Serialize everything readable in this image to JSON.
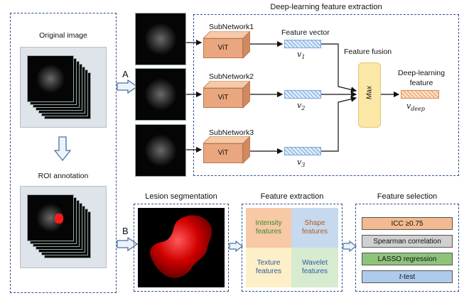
{
  "title": "Deep-learning feature extraction",
  "original_image_label": "Original image",
  "roi_label": "ROI annotation",
  "branch_a": "A",
  "branch_b": "B",
  "subnetworks": [
    {
      "name": "SubNetwork1",
      "model": "ViT",
      "vector": "v1",
      "sub": "1"
    },
    {
      "name": "SubNetwork2",
      "model": "ViT",
      "vector": "v2",
      "sub": "2"
    },
    {
      "name": "SubNetwork3",
      "model": "ViT",
      "vector": "v3",
      "sub": "3"
    }
  ],
  "feature_vector_label": "Feature vector",
  "feature_fusion_label": "Feature fusion",
  "fusion_op": "Max",
  "deep_feature_label_1": "Deep-learning",
  "deep_feature_label_2": "feature",
  "deep_vector": "v",
  "deep_vector_sub": "deep",
  "lesion_label": "Lesion segmentation",
  "feature_extraction_label": "Feature extraction",
  "feature_cells": [
    {
      "text": "Intensity features",
      "color": "#f7c9a6",
      "text_color": "#3a8a2a"
    },
    {
      "text": "Shape features",
      "color": "#c6d9ef",
      "text_color": "#b15a1f"
    },
    {
      "text": "Texture features",
      "color": "#fdefc7",
      "text_color": "#2f5d9c"
    },
    {
      "text": "Wavelet features",
      "color": "#d6ebd0",
      "text_color": "#2f5d9c"
    }
  ],
  "feature_selection_label": "Feature selection",
  "selection_steps": [
    {
      "text": "ICC ≥0.75",
      "color": "#f4b990"
    },
    {
      "text": "Spearman correlation",
      "color": "#d0d0d0"
    },
    {
      "text": "LASSO regression",
      "color": "#8ec47a"
    },
    {
      "text": "t-test",
      "italic_prefix": "t",
      "color": "#aecbeb"
    }
  ],
  "colors": {
    "dash": "#2f4f8f",
    "cube": "#eaa77f",
    "fusion": "#fbe7a6",
    "arrow": "#4a6fa5"
  }
}
